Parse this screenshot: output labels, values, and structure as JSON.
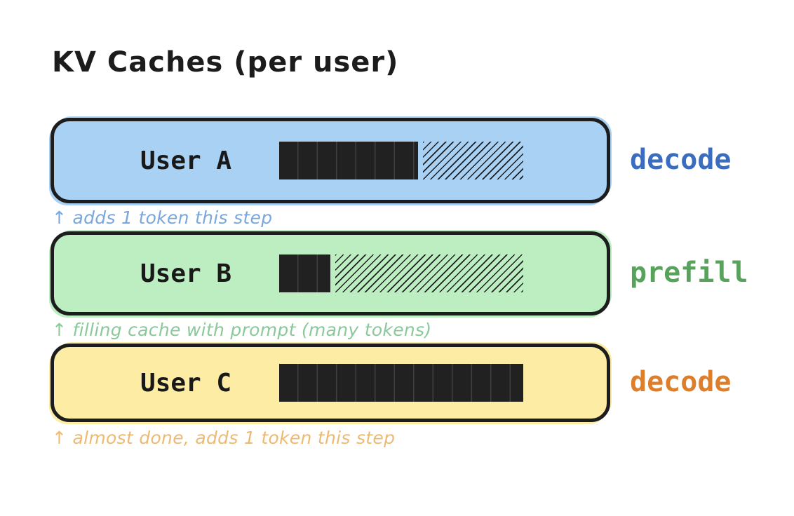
{
  "title": "KV Caches (per user)",
  "colors": {
    "background": "#ffffff",
    "outline": "#1d1d1d",
    "bar_fill": "#212121"
  },
  "rows": [
    {
      "user": "User A",
      "phase": "decode",
      "caption": "↑ adds 1 token this step",
      "bar": {
        "filled_pct": 57,
        "hatched_pct": 43
      },
      "colors": {
        "card_fill": "#a9d1f3",
        "phase_text": "#3a6dc0",
        "caption_text": "#79a7dd"
      }
    },
    {
      "user": "User B",
      "phase": "prefill",
      "caption": "↑ filling cache with prompt (many tokens)",
      "bar": {
        "filled_pct": 21,
        "hatched_pct": 79
      },
      "colors": {
        "card_fill": "#bceec2",
        "phase_text": "#57a35c",
        "caption_text": "#8bc89a"
      }
    },
    {
      "user": "User C",
      "phase": "decode",
      "caption": "↑ almost done, adds 1 token this step",
      "bar": {
        "filled_pct": 100,
        "hatched_pct": 0
      },
      "colors": {
        "card_fill": "#fdeca3",
        "phase_text": "#dd7e2b",
        "caption_text": "#edba74"
      }
    }
  ]
}
